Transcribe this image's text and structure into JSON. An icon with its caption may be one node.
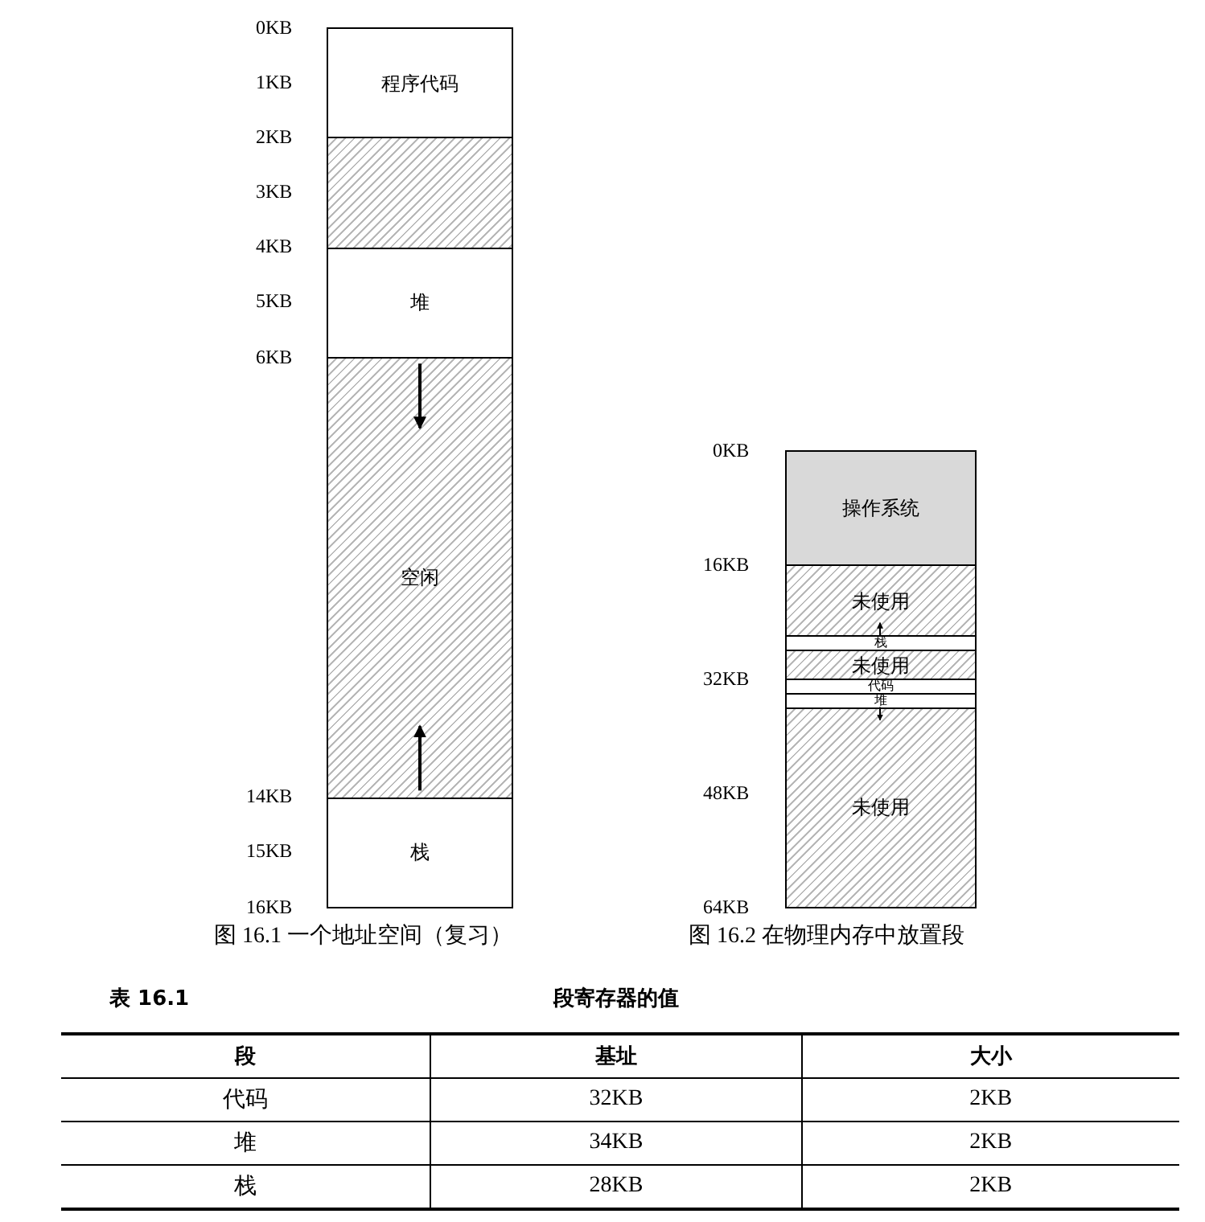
{
  "diagram": {
    "nodes": [
      {
        "text": [
          "程序代码"
        ]
      },
      {
        "text": [],
        "shape": "bar"
      },
      {
        "text": [
          "堆"
        ]
      },
      {
        "text": [
          "空闲"
        ]
      },
      {
        "text": [
          "栈"
        ]
      },
      {
        "text": [
          "操作系统"
        ]
      },
      {
        "text": [
          "未使用"
        ]
      },
      {
        "text": [
          "栈"
        ]
      },
      {
        "text": [
          "未使用"
        ]
      },
      {
        "text": [
          "代码"
        ]
      },
      {
        "text": [
          "堆"
        ]
      },
      {
        "text": [
          "未使用"
        ]
      }
    ],
    "edges": [],
    "labels": [
      "0KB",
      "1KB",
      "2KB",
      "3KB",
      "4KB",
      "5KB",
      "6KB",
      "14KB",
      "15KB",
      "16KB",
      "图 16.1 一个地址空间（复习）",
      "0KB",
      "16KB",
      "32KB",
      "48KB",
      "64KB",
      "图 16.2 在物理内存中放置段",
      "表 16.1",
      "段寄存器的值",
      "段",
      "基址",
      "大小",
      "代码",
      "32KB",
      "2KB",
      "堆",
      "34KB",
      "2KB",
      "栈",
      "28KB",
      "2KB"
    ]
  }
}
